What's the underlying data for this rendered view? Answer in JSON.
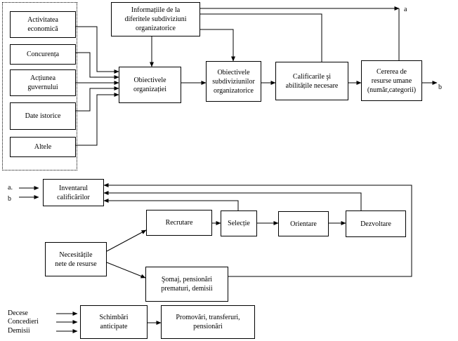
{
  "boxes": {
    "activitatea": "Activitatea\neconomică",
    "concurenta": "Concurența",
    "actiunea": "Acțiunea\nguvernului",
    "date_istorice": "Date istorice",
    "altele": "Altele",
    "informatii": "Informațiile de la\ndiferitele subdiviziuni\norganizatorice",
    "obiectivele_org": "Obiectivele\norganizației",
    "obiectivele_sub": "Obiectivele\nsubdiviziunilor\norganizatorice",
    "calificarile": "Calificarile şi\nabilitățile necesare",
    "cererea": "Cererea de\nresurse umane\n(număr,categorii)",
    "inventarul": "Inventarul\ncalificărilor",
    "recrutare": "Recrutare",
    "selectie": "Selecție",
    "orientare": "Orientare",
    "dezvoltare": "Dezvoltare",
    "necesitatile": "Necesitățile\nnete de resurse",
    "somaj": "Şomaj, pensionări\nprematuri, demisii",
    "schimbari": "Schimbări\nanticipate",
    "promovari": "Promovări, transferuri,\npensionări"
  },
  "labels": {
    "out_a": "a",
    "out_b": "b",
    "in_a": "a.",
    "in_b": "b",
    "decese": "Decese",
    "concedieri": "Concedieri",
    "demisii": "Demisii"
  }
}
